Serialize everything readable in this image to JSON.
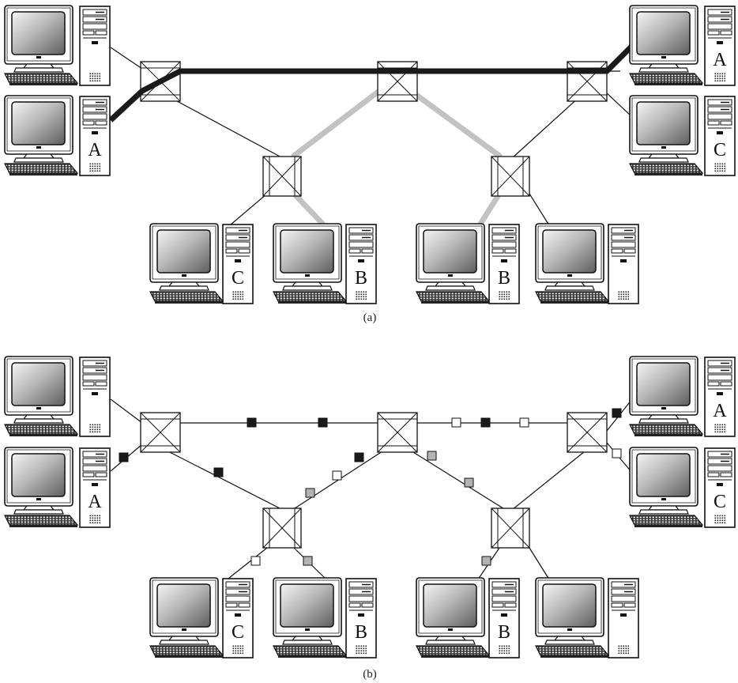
{
  "panels": [
    {
      "id": "a",
      "caption": "(a)",
      "computers": [
        {
          "id": "tl",
          "label": ""
        },
        {
          "id": "ml",
          "label": "A"
        },
        {
          "id": "tr",
          "label": "A"
        },
        {
          "id": "mr",
          "label": "C"
        },
        {
          "id": "b1",
          "label": "C"
        },
        {
          "id": "b2",
          "label": "B"
        },
        {
          "id": "b3",
          "label": "B"
        },
        {
          "id": "b4",
          "label": ""
        }
      ]
    },
    {
      "id": "b",
      "caption": "(b)",
      "computers": [
        {
          "id": "tl",
          "label": ""
        },
        {
          "id": "ml",
          "label": "A"
        },
        {
          "id": "tr",
          "label": "A"
        },
        {
          "id": "mr",
          "label": "C"
        },
        {
          "id": "b1",
          "label": "C"
        },
        {
          "id": "b2",
          "label": "B"
        },
        {
          "id": "b3",
          "label": "B"
        },
        {
          "id": "b4",
          "label": ""
        }
      ]
    }
  ],
  "colors": {
    "thick_path": "#1a1a1a",
    "gray_path": "#c2c2c2",
    "packet_black": "#1a1a1a",
    "packet_gray": "#b3b3b3",
    "packet_white": "#ffffff"
  }
}
